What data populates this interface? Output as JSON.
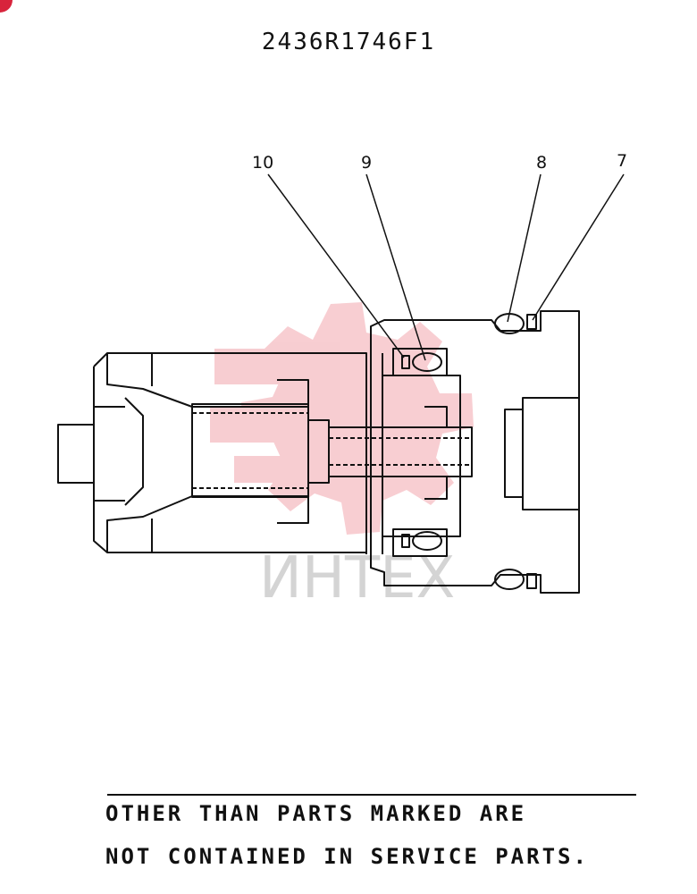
{
  "drawing_number": "2436R1746F1",
  "callouts": [
    {
      "label": "10"
    },
    {
      "label": "9"
    },
    {
      "label": "8"
    },
    {
      "label": "7"
    }
  ],
  "watermark": {
    "text": "ИНТЕХ",
    "color": "#f2a6ad"
  },
  "note": {
    "line1": "OTHER THAN PARTS MARKED ARE",
    "line2": "NOT CONTAINED IN SERVICE PARTS."
  }
}
